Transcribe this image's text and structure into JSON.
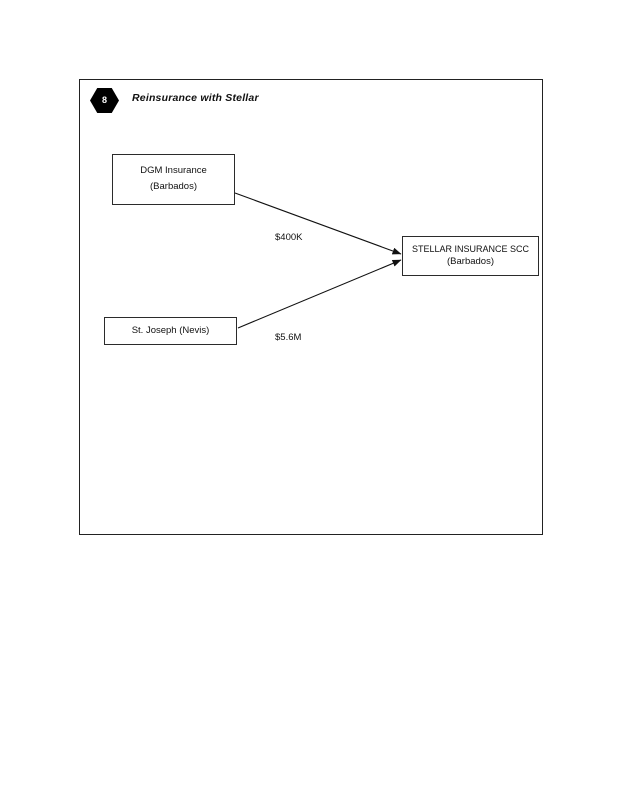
{
  "slide": {
    "badge_number": "8",
    "title": "Reinsurance with Stellar"
  },
  "nodes": {
    "dgm": {
      "name": "DGM Insurance",
      "jurisdiction": "(Barbados)"
    },
    "st_joseph": {
      "name": "St. Joseph (Nevis)"
    },
    "stellar": {
      "name": "STELLAR INSURANCE SCC",
      "jurisdiction": "(Barbados)"
    }
  },
  "edges": [
    {
      "id": "dgm-to-stellar",
      "from": "DGM Insurance",
      "to": "STELLAR INSURANCE SCC",
      "amount": "$400K"
    },
    {
      "id": "stjoseph-to-stellar",
      "from": "St. Joseph (Nevis)",
      "to": "STELLAR INSURANCE SCC",
      "amount": "$5.6M"
    }
  ],
  "colors": {
    "ink": "#111111",
    "line": "#2b2b2b",
    "badge_fill": "#000000",
    "badge_text": "#ffffff",
    "page_background": "#ffffff"
  }
}
